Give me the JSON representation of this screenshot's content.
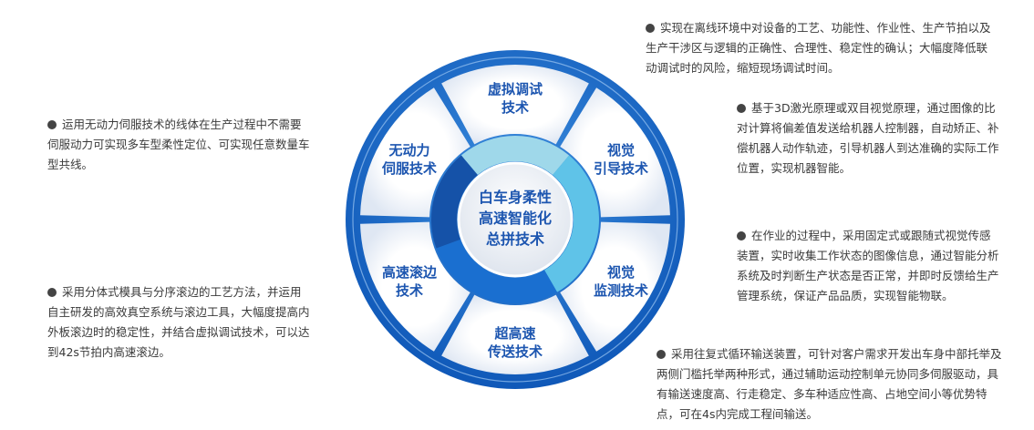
{
  "center": {
    "line1": "白车身柔性",
    "line2": "高速智能化",
    "line3": "总拼技术"
  },
  "segments": [
    {
      "id": "virtual",
      "line1": "虚拟调试",
      "line2": "技术"
    },
    {
      "id": "guide",
      "line1": "视觉",
      "line2": "引导技术"
    },
    {
      "id": "monitor",
      "line1": "视觉",
      "line2": "监测技术"
    },
    {
      "id": "transfer",
      "line1": "超高速",
      "line2": "传送技术"
    },
    {
      "id": "hem",
      "line1": "高速滚边",
      "line2": "技术"
    },
    {
      "id": "servo",
      "line1": "无动力",
      "line2": "伺服技术"
    }
  ],
  "descriptions": {
    "virtual": "实现在离线环境中对设备的工艺、功能性、作业性、生产节拍以及生产干涉区与逻辑的正确性、合理性、稳定性的确认；大幅度降低联动调试时的风险，缩短现场调试时间。",
    "guide": "基于3D激光原理或双目视觉原理，通过图像的比对计算将偏差值发送给机器人控制器，自动矫正、补偿机器人动作轨迹，引导机器人到达准确的实际工作位置，实现机器智能。",
    "monitor": "在作业的过程中，采用固定式或跟随式视觉传感装置，实时收集工作状态的图像信息，通过智能分析系统及时判断生产状态是否正常，并即时反馈给生产管理系统，保证产品品质，实现智能物联。",
    "transfer": "采用往复式循环输送装置，可针对客户需求开发出车身中部托举及两侧门槛托举两种形式，通过辅助运动控制单元协同多伺服驱动，具有输送速度高、行走稳定、多车种适应性高、占地空间小等优势特点，可在4s内完成工程间输送。",
    "servo": "运用无动力伺服技术的线体在生产过程中不需要伺服动力可实现多车型柔性定位、可实现任意数量车型共线。",
    "hem": "采用分体式模具与分序滚边的工艺方法，并运用自主研发的高效真空系统与滚边工具，大幅度提高内外板滚边时的稳定性，并结合虚拟调试技术，可以达到42s节拍内高速滚边。"
  },
  "colors": {
    "outer_ring": "#1565c8",
    "outer_ring_light": "#3d8fe0",
    "segment_fill": "#eef2f8",
    "segment_text": "#1d56b0",
    "center_ring_blue": "#1a6fd0",
    "center_ring_cyan": "#5fc3e8",
    "center_ring_teal": "#9fd8ea",
    "center_ring_dark": "#1552a8",
    "center_text": "#1d56b0"
  }
}
